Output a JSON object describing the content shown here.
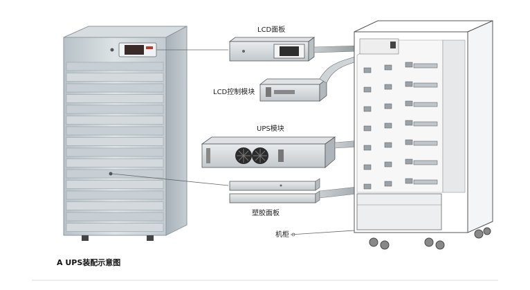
{
  "labels": {
    "lcd_panel": "LCD面板",
    "lcd_control": "LCD控制模块",
    "ups_module": "UPS模块",
    "plastic_panel": "塑胶面板",
    "cabinet": "机柜"
  },
  "caption": "A UPS装配示意图",
  "colors": {
    "cabinet_front": "#c9d1d6",
    "cabinet_side": "#aeb8bf",
    "panel_outline": "#555555",
    "arrow": "#8a9196",
    "display_bg": "#3a2a2a"
  }
}
